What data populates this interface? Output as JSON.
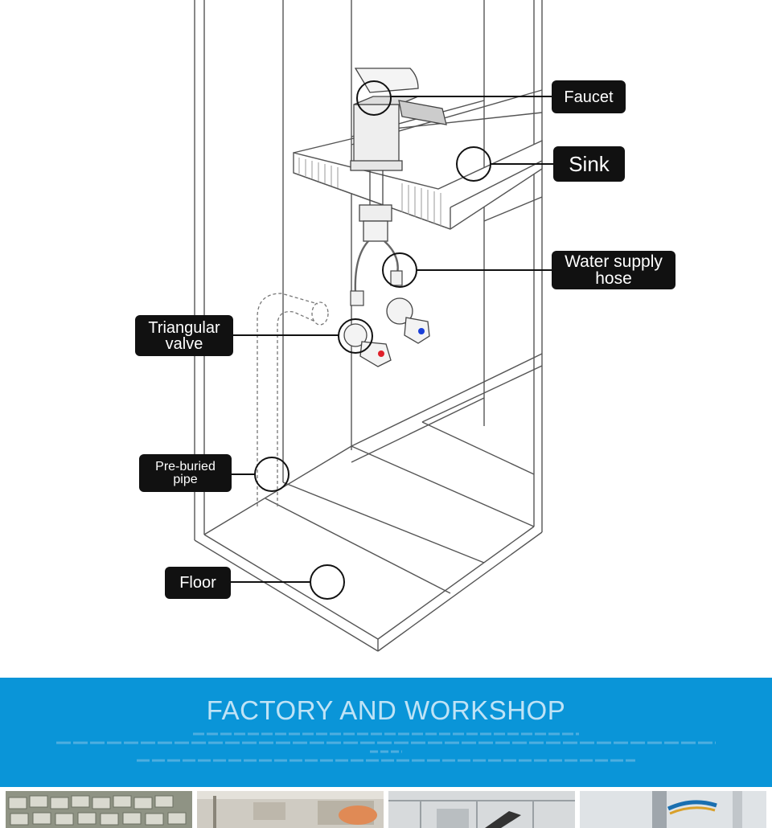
{
  "labels": {
    "faucet": "Faucet",
    "sink": "Sink",
    "water_supply_hose": [
      "Water supply",
      "hose"
    ],
    "triangular_valve": [
      "Triangular",
      "valve"
    ],
    "pre_buried_pipe": [
      "Pre-buried",
      "pipe"
    ],
    "floor": "Floor"
  },
  "banner": {
    "title": "FACTORY AND WORKSHOP",
    "background": "#0a95d8"
  },
  "photos": [
    {
      "name": "factory-photo-stock-rows"
    },
    {
      "name": "factory-photo-workshop"
    },
    {
      "name": "factory-photo-hall"
    },
    {
      "name": "factory-photo-faucet-test"
    }
  ],
  "colors": {
    "label_bg": "#111111",
    "hot_handle": "#e0202a",
    "cold_handle": "#1a3fd8"
  }
}
